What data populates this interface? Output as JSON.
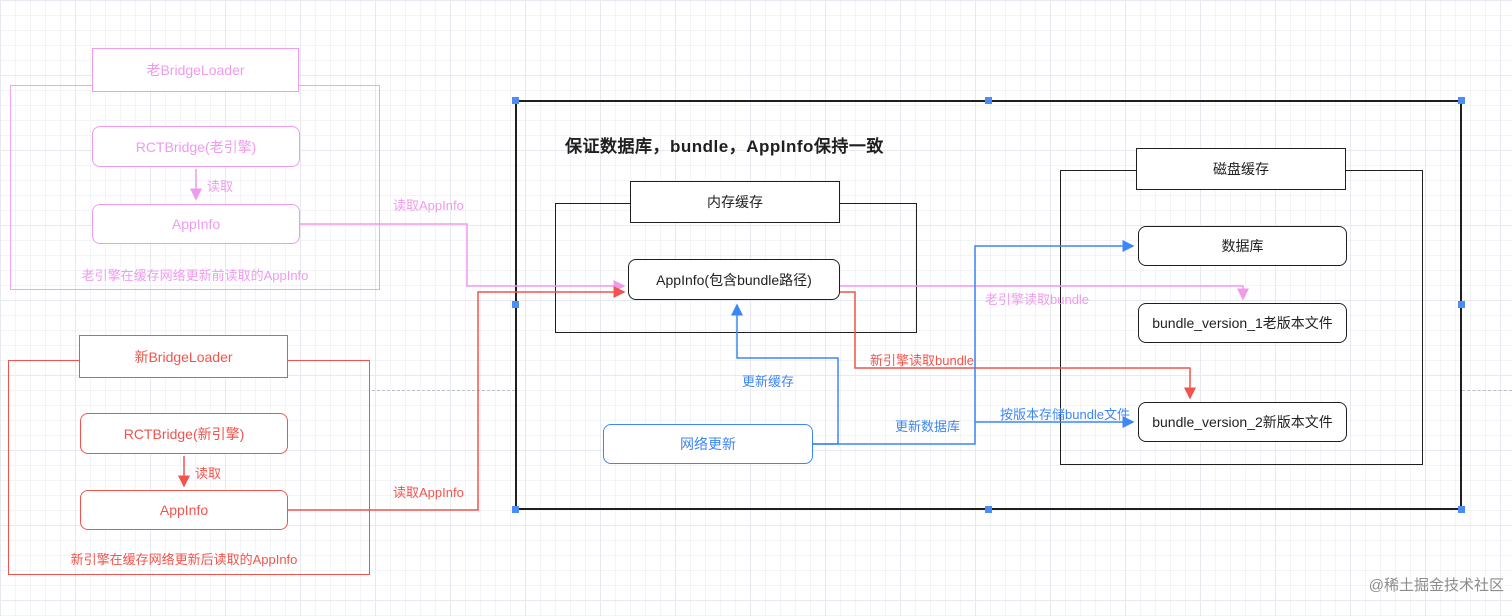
{
  "watermark": "@稀土掘金技术社区",
  "colors": {
    "pink": "#f09aef",
    "red": "#f2544d",
    "blue": "#3d86f5",
    "node_border": "#1f1f1f",
    "selection_handle": "#4a8df7"
  },
  "old_engine_group": {
    "title": "老BridgeLoader",
    "bridge": "RCTBridge(老引擎)",
    "read": "读取",
    "appinfo": "AppInfo",
    "caption": "老引擎在缓存网络更新前读取的AppInfo",
    "to_main": "读取AppInfo"
  },
  "new_engine_group": {
    "title": "新BridgeLoader",
    "bridge": "RCTBridge(新引擎)",
    "read": "读取",
    "appinfo": "AppInfo",
    "caption": "新引擎在缓存网络更新后读取的AppInfo",
    "to_main": "读取AppInfo"
  },
  "main_diagram": {
    "title": "保证数据库，bundle，AppInfo保持一致",
    "memory_cache": {
      "title": "内存缓存",
      "appinfo": "AppInfo(包含bundle路径)"
    },
    "disk_cache": {
      "title": "磁盘缓存",
      "database": "数据库",
      "bundle_v1": "bundle_version_1老版本文件",
      "bundle_v2": "bundle_version_2新版本文件"
    },
    "network_update": "网络更新",
    "edge_labels": {
      "update_cache": "更新缓存",
      "update_database": "更新数据库",
      "store_bundle_by_version": "按版本存储bundle文件",
      "old_engine_read_bundle": "老引擎读取bundle",
      "new_engine_read_bundle": "新引擎读取bundle"
    }
  }
}
